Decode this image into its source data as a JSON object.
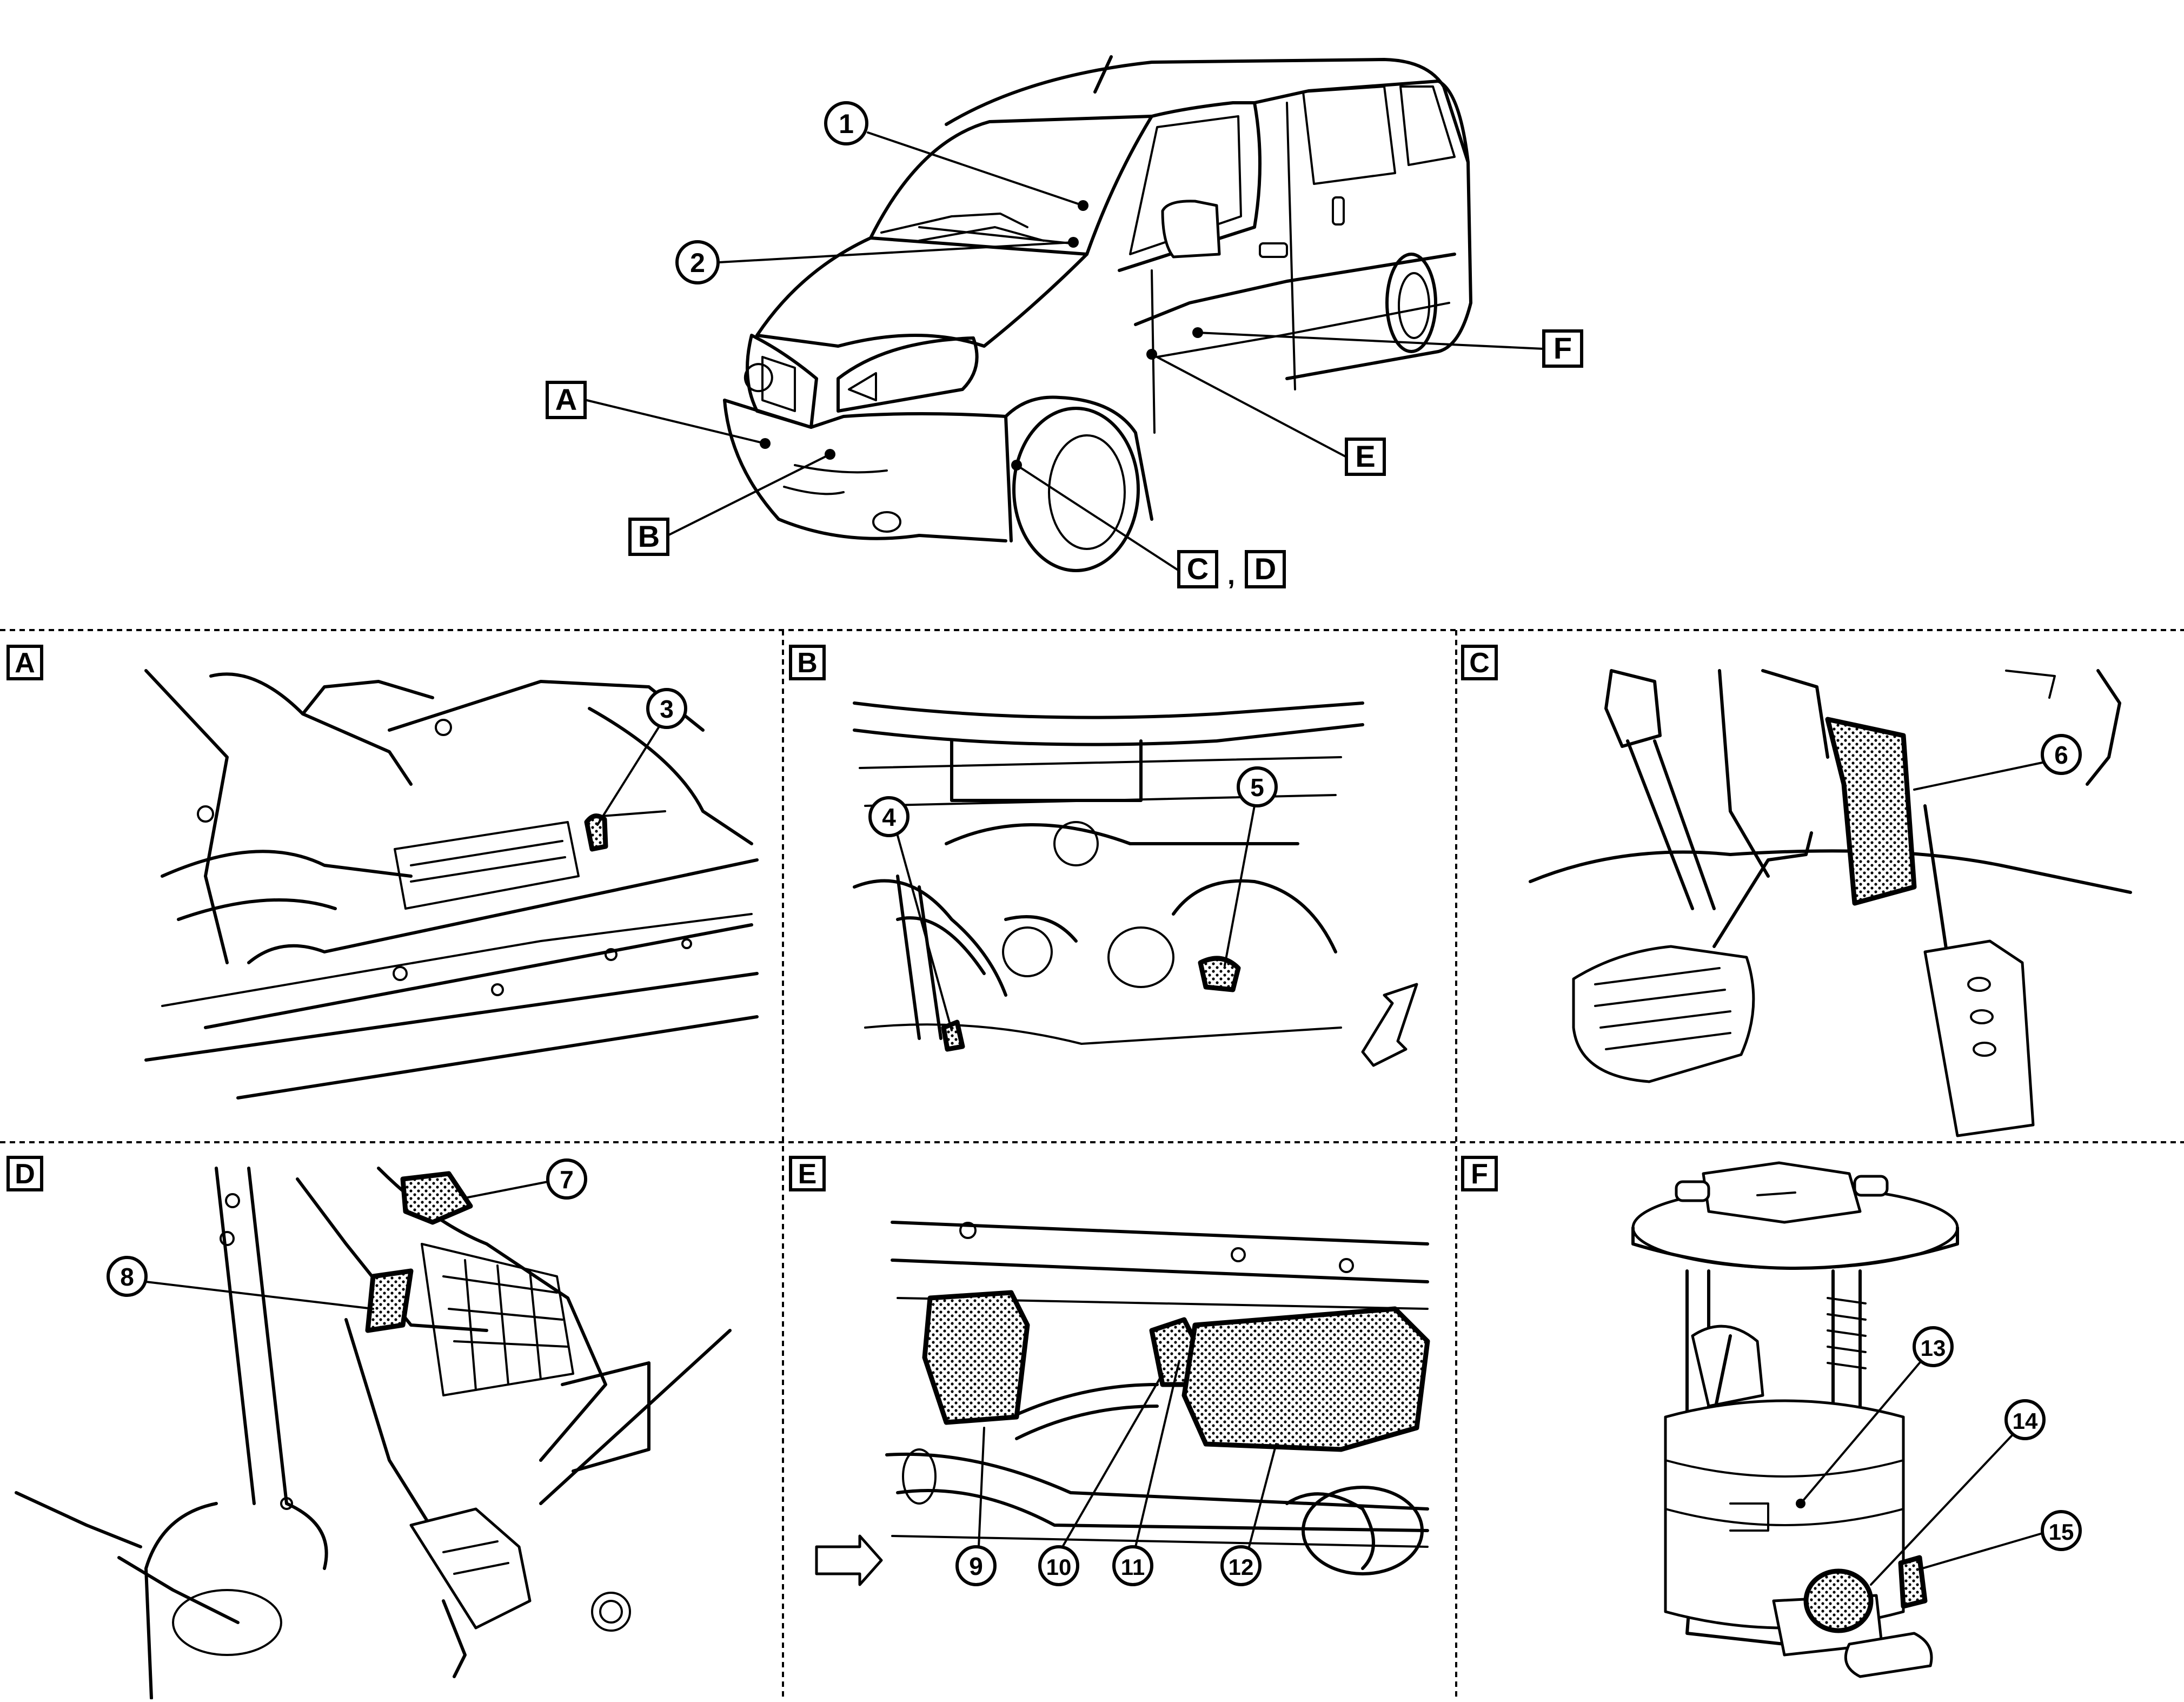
{
  "overview": {
    "callouts": [
      "1",
      "2"
    ],
    "view_labels": [
      "A",
      "B",
      "C",
      "D",
      "E",
      "F"
    ],
    "cd_separator": ","
  },
  "panels": [
    {
      "label": "A",
      "callouts": [
        "3"
      ]
    },
    {
      "label": "B",
      "callouts": [
        "4",
        "5"
      ]
    },
    {
      "label": "C",
      "callouts": [
        "6"
      ]
    },
    {
      "label": "D",
      "callouts": [
        "7",
        "8"
      ]
    },
    {
      "label": "E",
      "callouts": [
        "9",
        "10",
        "11",
        "12"
      ]
    },
    {
      "label": "F",
      "callouts": [
        "13",
        "14",
        "15"
      ]
    }
  ],
  "icons": [
    "front-arrow-icon",
    "vehicle-front-arrow-icon"
  ]
}
